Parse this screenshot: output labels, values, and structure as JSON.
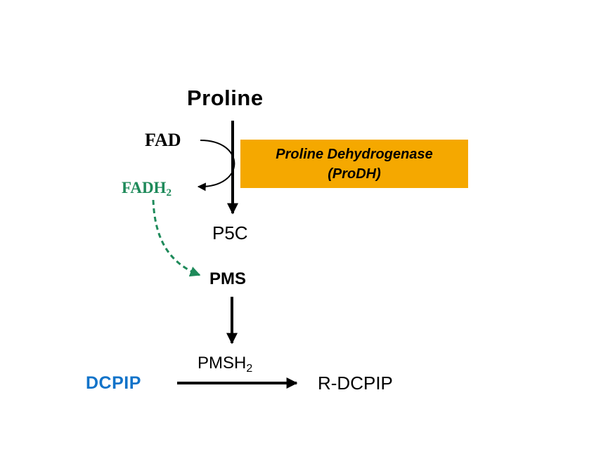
{
  "nodes": {
    "proline": "Proline",
    "fad": "FAD",
    "fadh2_base": "FADH",
    "fadh2_sub": "2",
    "p5c": "P5C",
    "pms": "PMS",
    "pmsh2_base": "PMSH",
    "pmsh2_sub": "2",
    "dcpip": "DCPIP",
    "r_dcpip": "R-DCPIP"
  },
  "enzyme": {
    "name": "Proline Dehydrogenase",
    "abbreviation": "(ProDH)"
  },
  "colors": {
    "enzyme_box": "#f5a800",
    "fadh2": "#1e8a5a",
    "dcpip": "#1273c9",
    "arrows": "#000000"
  }
}
